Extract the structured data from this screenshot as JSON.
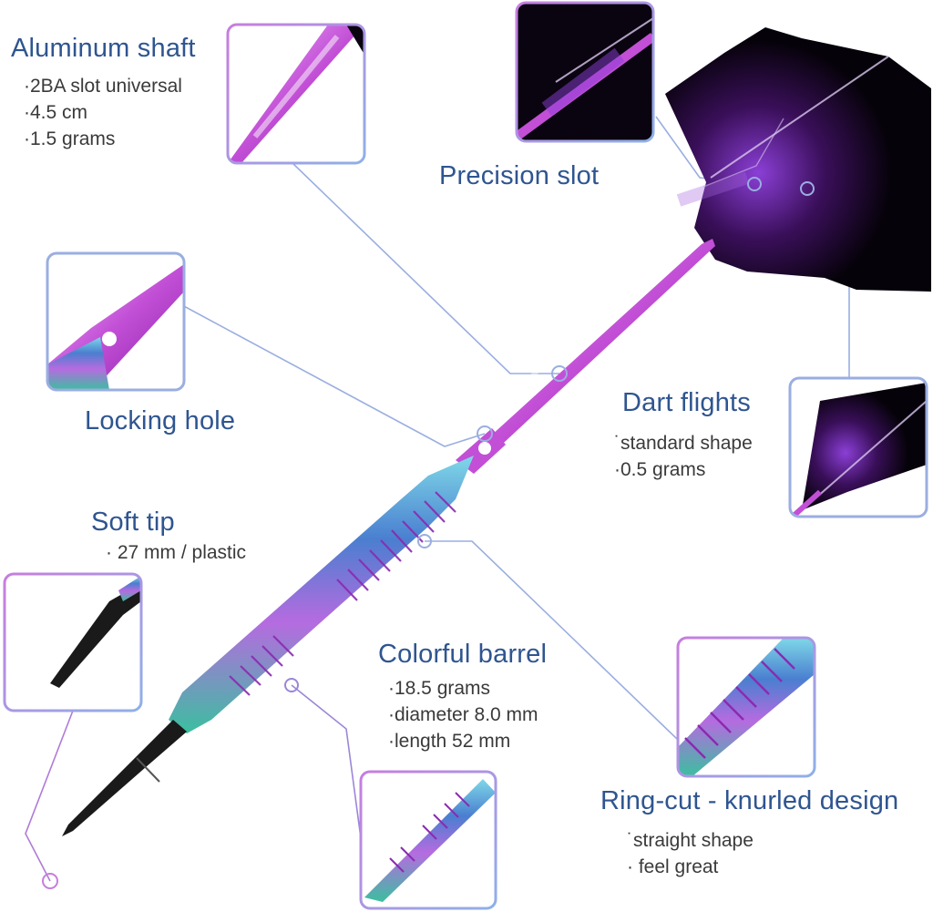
{
  "colors": {
    "heading": "#2f5590",
    "spec_text": "#3a3a3a",
    "callout_line": "#9aaee0",
    "callout_purple": "#b07ad8",
    "shaft": "#c24fd6",
    "flight": "#0a0410",
    "tip": "#1a1a1a"
  },
  "icons": {
    "pointer": "circle-marker",
    "detail": "zoom-inset-frame"
  },
  "callouts": {
    "aluminum_shaft": {
      "title": "Aluminum shaft",
      "specs": [
        "·2BA slot universal",
        "·4.5 cm",
        "·1.5 grams"
      ]
    },
    "precision_slot": {
      "title": "Precision slot"
    },
    "locking_hole": {
      "title": "Locking hole"
    },
    "dart_flights": {
      "title": "Dart flights",
      "specs": [
        "˙standard shape",
        "·0.5 grams"
      ]
    },
    "soft_tip": {
      "title": "Soft tip",
      "specs": [
        "· 27 mm / plastic"
      ]
    },
    "colorful_barrel": {
      "title": "Colorful barrel",
      "specs": [
        "·18.5 grams",
        "·diameter 8.0 mm",
        "·length 52 mm"
      ]
    },
    "ring_cut": {
      "title": "Ring-cut - knurled design",
      "specs": [
        "˙straight shape",
        "· feel great"
      ]
    }
  }
}
